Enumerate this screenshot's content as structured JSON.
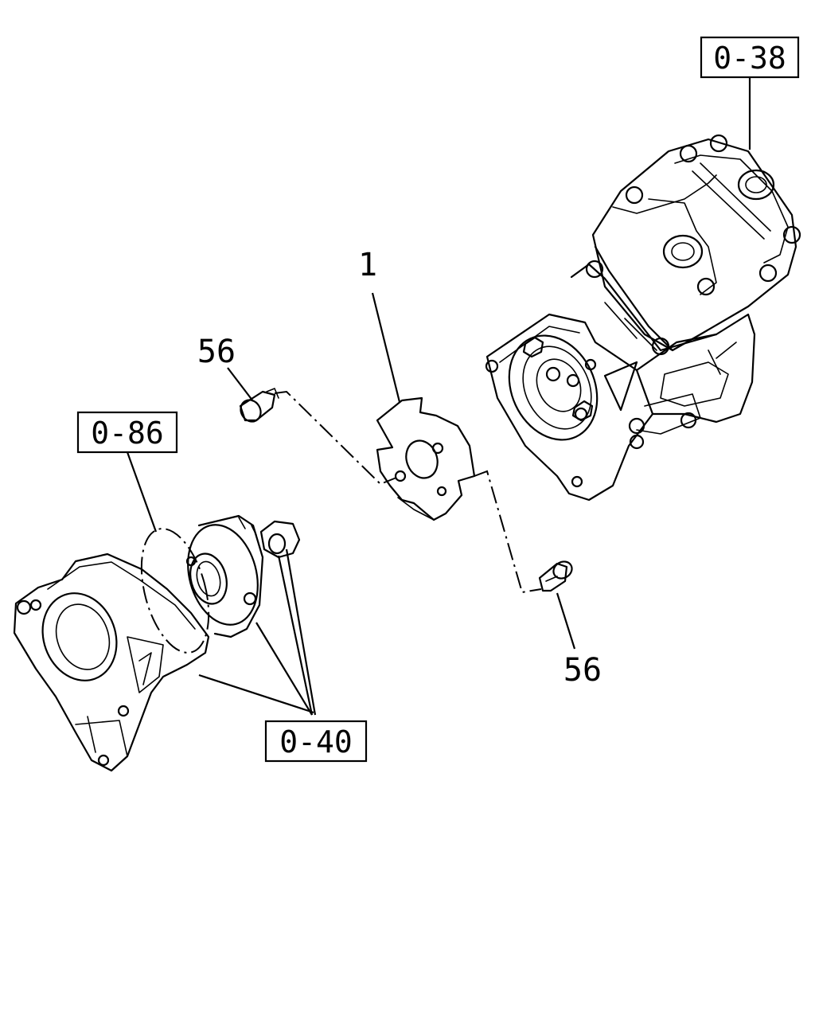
{
  "callouts": {
    "ref_top_right": "0-38",
    "ref_left": "0-86",
    "ref_bottom": "0-40",
    "part_1": "1",
    "part_56_upper": "56",
    "part_56_lower": "56"
  }
}
